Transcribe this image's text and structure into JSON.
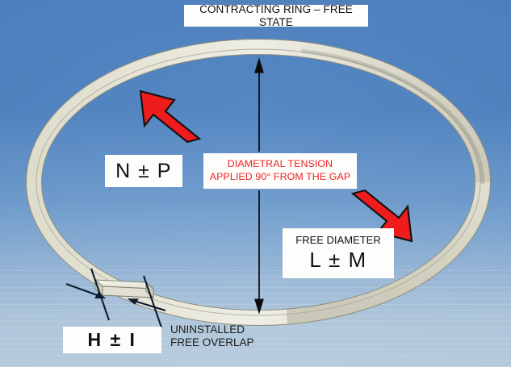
{
  "diagram": {
    "title": "CONTRACTING RING – FREE STATE",
    "subject": "contracting retaining ring in free state",
    "background_color": "#4a7fbf",
    "ring_color": "#e8e6d8"
  },
  "labels": {
    "title": "CONTRACTING RING – FREE STATE",
    "tension_line1": "DIAMETRAL TENSION",
    "tension_line2": "APPLIED 90° FROM THE GAP",
    "tension_color": "#ef2020",
    "np_value": "N ± P",
    "free_diameter_title": "FREE DIAMETER",
    "free_diameter_value": "L ± M",
    "overlap_value": "H ± I",
    "overlap_line1": "UNINSTALLED",
    "overlap_line2": "FREE OVERLAP"
  },
  "annotations": {
    "dimension_arrow": "vertical-double-headed-diameter-arrow",
    "force_arrow_upper_left": "red-tension-arrow-up-left",
    "force_arrow_lower_right": "red-tension-arrow-down-right",
    "force_arrow_color": "#ee1c1c",
    "leader_lines": "overlap-witness-lines"
  }
}
